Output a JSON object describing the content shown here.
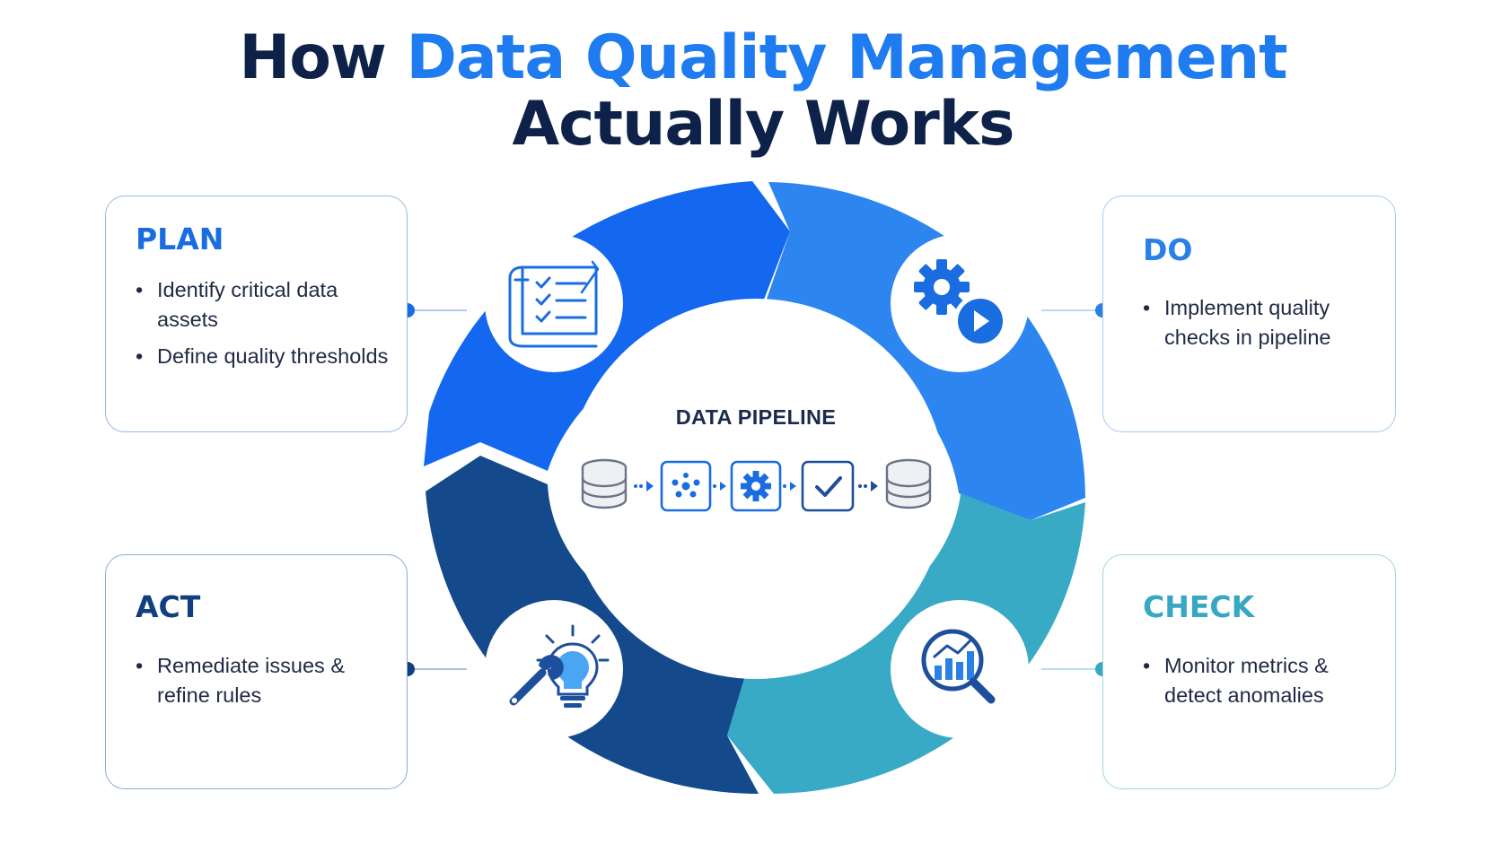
{
  "title": {
    "prefix": "How",
    "highlight": "Data Quality Management",
    "line2": "Actually Works"
  },
  "phases": {
    "plan": {
      "heading": "PLAN",
      "bullets": [
        "Identify critical data assets",
        "Define quality thresholds"
      ],
      "icon": "checklist-blueprint-icon",
      "color": "#1a6de0"
    },
    "do": {
      "heading": "DO",
      "bullets": [
        "Implement quality checks in pipeline"
      ],
      "icon": "gear-play-icon",
      "color": "#2a80e6"
    },
    "check": {
      "heading": "CHECK",
      "bullets": [
        "Monitor metrics & detect anomalies"
      ],
      "icon": "chart-magnifier-icon",
      "color": "#36a8c4"
    },
    "act": {
      "heading": "ACT",
      "bullets": [
        "Remediate issues & refine rules"
      ],
      "icon": "wrench-lightbulb-icon",
      "color": "#12407f"
    }
  },
  "pipeline": {
    "label": "DATA PIPELINE",
    "steps": [
      "database-icon",
      "network-nodes-icon",
      "gear-icon",
      "checkmark-icon",
      "database-icon"
    ]
  }
}
